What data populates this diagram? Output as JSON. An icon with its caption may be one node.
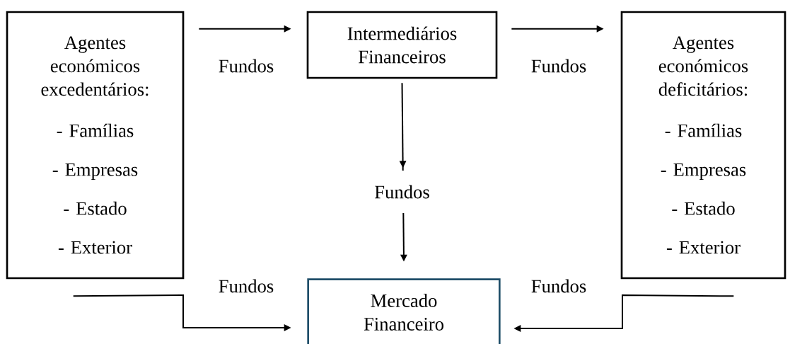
{
  "diagram": {
    "nodes": [
      {
        "text": [
          "Agentes económicos excedentários:",
          "- Famílias",
          "- Empresas",
          "- Estado",
          "- Exterior"
        ]
      },
      {
        "text": [
          "Intermediários Financeiros"
        ]
      },
      {
        "text": [
          "Agentes económicos deficitários:",
          "- Famílias",
          "- Empresas",
          "- Estado",
          "- Exterior"
        ]
      },
      {
        "text": [
          "Mercado Financeiro"
        ]
      }
    ],
    "edges": [
      {
        "from": 0,
        "to": 1,
        "arrow": "to",
        "label": "Fundos"
      },
      {
        "from": 1,
        "to": 2,
        "arrow": "to",
        "label": "Fundos"
      },
      {
        "from": 1,
        "to": 3,
        "arrow": "to",
        "label": "Fundos"
      },
      {
        "from": 0,
        "to": 3,
        "arrow": "to",
        "label": "Fundos"
      },
      {
        "from": 2,
        "to": 3,
        "arrow": "to",
        "label": "Fundos"
      }
    ]
  }
}
